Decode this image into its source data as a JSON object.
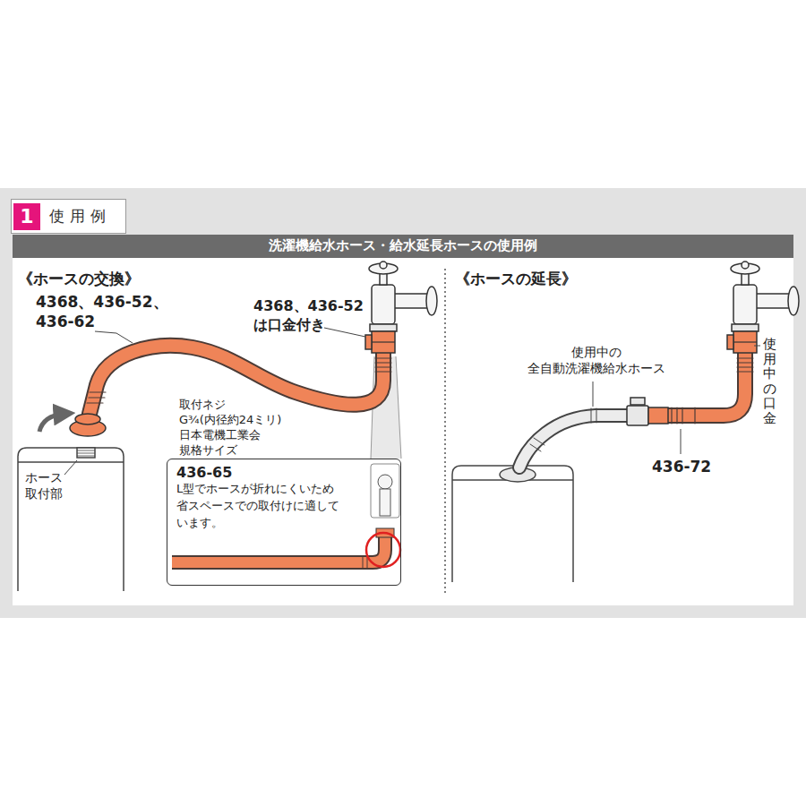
{
  "diagram": {
    "title": "洗濯機給水ホース・給水延長ホースの使用例",
    "nodes": [
      {
        "text": [
          "1",
          "使用例"
        ]
      },
      {
        "text": [
          "436-65",
          "L型でホースが折れにくいため 省スペースでの取付けに適して います。"
        ]
      }
    ],
    "labels": [
      "《ホースの交換》",
      "4368、436-52、 436-62",
      "4368、436-52 は口金付き",
      "取付ネジ G¾(内径約24ミリ) 日本電機工業会 規格サイズ",
      "ホース 取付部",
      "《ホースの延長》",
      "使用中の 全自動洗濯機給水ホース",
      "436-72",
      "使用中の口金"
    ]
  }
}
